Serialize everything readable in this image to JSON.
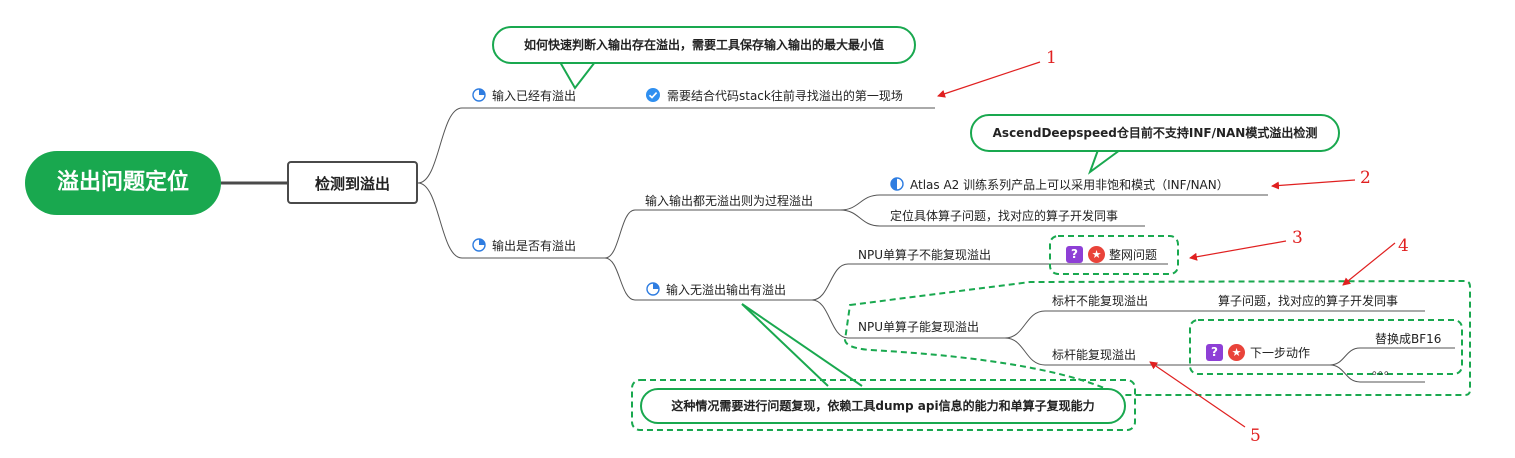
{
  "root": "溢出问题定位",
  "main": "检测到溢出",
  "branches": {
    "input_overflow": "输入已经有溢出",
    "input_overflow_child": "需要结合代码stack往前寻找溢出的第一现场",
    "io_check": "输出是否有溢出",
    "no_overflow": "输入输出都无溢出则为过程溢出",
    "atlas": "Atlas A2 训练系列产品上可以采用非饱和模式（INF/NAN）",
    "locate_op": "定位具体算子问题，找对应的算子开发同事",
    "in_no_out_yes": "输入无溢出输出有溢出",
    "npu_cannot": "NPU单算子不能复现溢出",
    "whole_net": "整网问题",
    "npu_can": "NPU单算子能复现溢出",
    "bench_cannot": "标杆不能复现溢出",
    "op_issue": "算子问题，找对应的算子开发同事",
    "bench_can": "标杆能复现溢出",
    "next_step": "下一步动作",
    "bf16": "替换成BF16",
    "ellipsis": "。。。"
  },
  "callouts": {
    "top": "如何快速判断入输出存在溢出，需要工具保存输入输出的最大最小值",
    "ascend": "AscendDeepspeed仓目前不支持INF/NAN模式溢出检测",
    "bottom": "这种情况需要进行问题复现，依赖工具dump api信息的能力和单算子复现能力"
  },
  "markers": [
    "1",
    "2",
    "3",
    "4",
    "5"
  ],
  "colors": {
    "root_fill": "#19a84f",
    "accent_green": "#19a84f",
    "arrow_red": "#e02020",
    "line_gray": "#555555",
    "progress_blue": "#2f7de1"
  },
  "icons": [
    "progress-quarter-icon",
    "check-circle-icon",
    "progress-half-icon",
    "question-icon",
    "star-icon"
  ]
}
